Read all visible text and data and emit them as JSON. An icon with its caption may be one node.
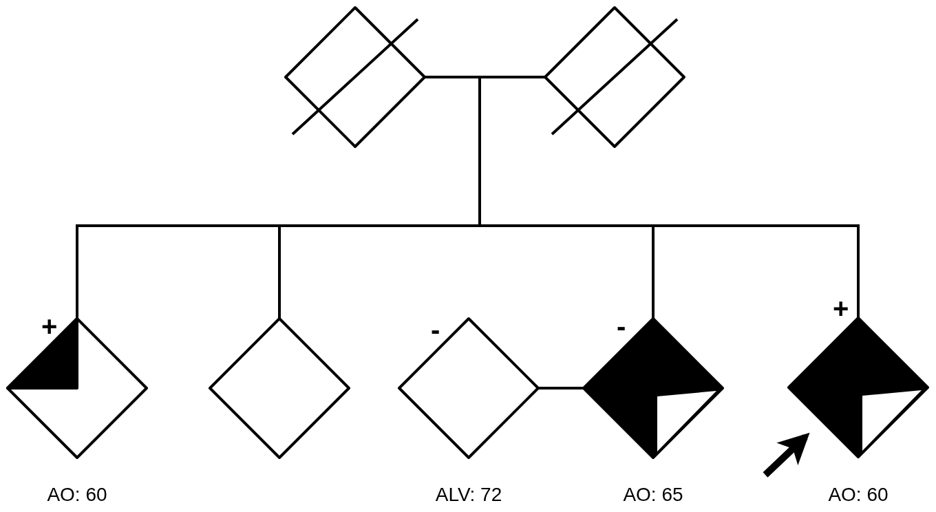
{
  "diagram": {
    "nodes": [
      {
        "text": [],
        "shape": "diamond"
      },
      {
        "text": [],
        "shape": "diamond"
      },
      {
        "text": [],
        "shape": "diamond",
        "beside": [
          "+",
          "AO: 60"
        ]
      },
      {
        "text": [],
        "shape": "diamond"
      },
      {
        "text": [],
        "shape": "diamond",
        "beside": [
          "-",
          "ALV: 72"
        ]
      },
      {
        "text": [],
        "shape": "diamond",
        "beside": [
          "-",
          "AO: 65"
        ]
      },
      {
        "text": [],
        "shape": "diamond",
        "beside": [
          "+",
          "AO: 60"
        ]
      }
    ],
    "edges": [
      {
        "from": 0,
        "to": 1,
        "arrow": "none"
      },
      {
        "from": 0,
        "to": 2,
        "arrow": "none"
      },
      {
        "from": 0,
        "to": 3,
        "arrow": "none"
      },
      {
        "from": 0,
        "to": 5,
        "arrow": "none"
      },
      {
        "from": 0,
        "to": 6,
        "arrow": "none"
      },
      {
        "from": 4,
        "to": 5,
        "arrow": "none"
      },
      {
        "from": null,
        "to": 6,
        "arrow": "to",
        "style": "thick"
      }
    ]
  }
}
